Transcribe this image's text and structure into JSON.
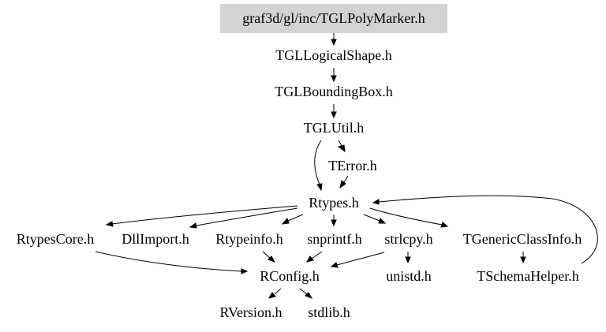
{
  "diagram": {
    "root": {
      "label": "graf3d/gl/inc/TGLPolyMarker.h",
      "fill": "#d3d3d3"
    },
    "nodes": [
      {
        "id": "n1",
        "label": "TGLLogicalShape.h"
      },
      {
        "id": "n2",
        "label": "TGLBoundingBox.h"
      },
      {
        "id": "n3",
        "label": "TGLUtil.h"
      },
      {
        "id": "n4",
        "label": "TError.h"
      },
      {
        "id": "n5",
        "label": "Rtypes.h"
      },
      {
        "id": "n6",
        "label": "RtypesCore.h"
      },
      {
        "id": "n7",
        "label": "DllImport.h"
      },
      {
        "id": "n8",
        "label": "Rtypeinfo.h"
      },
      {
        "id": "n9",
        "label": "snprintf.h"
      },
      {
        "id": "n10",
        "label": "strlcpy.h"
      },
      {
        "id": "n11",
        "label": "TGenericClassInfo.h"
      },
      {
        "id": "n12",
        "label": "RConfig.h"
      },
      {
        "id": "n13",
        "label": "unistd.h"
      },
      {
        "id": "n14",
        "label": "TSchemaHelper.h"
      },
      {
        "id": "n15",
        "label": "RVersion.h"
      },
      {
        "id": "n16",
        "label": "stdlib.h"
      }
    ],
    "edges": [
      {
        "from": "n0",
        "to": "n1"
      },
      {
        "from": "n1",
        "to": "n2"
      },
      {
        "from": "n2",
        "to": "n3"
      },
      {
        "from": "n3",
        "to": "n4"
      },
      {
        "from": "n3",
        "to": "n5"
      },
      {
        "from": "n4",
        "to": "n5"
      },
      {
        "from": "n5",
        "to": "n6"
      },
      {
        "from": "n5",
        "to": "n7"
      },
      {
        "from": "n5",
        "to": "n8"
      },
      {
        "from": "n5",
        "to": "n9"
      },
      {
        "from": "n5",
        "to": "n10"
      },
      {
        "from": "n5",
        "to": "n11"
      },
      {
        "from": "n6",
        "to": "n12"
      },
      {
        "from": "n8",
        "to": "n12"
      },
      {
        "from": "n9",
        "to": "n12"
      },
      {
        "from": "n10",
        "to": "n12"
      },
      {
        "from": "n10",
        "to": "n13"
      },
      {
        "from": "n11",
        "to": "n14"
      },
      {
        "from": "n14",
        "to": "n5"
      },
      {
        "from": "n12",
        "to": "n15"
      },
      {
        "from": "n12",
        "to": "n16"
      }
    ]
  }
}
